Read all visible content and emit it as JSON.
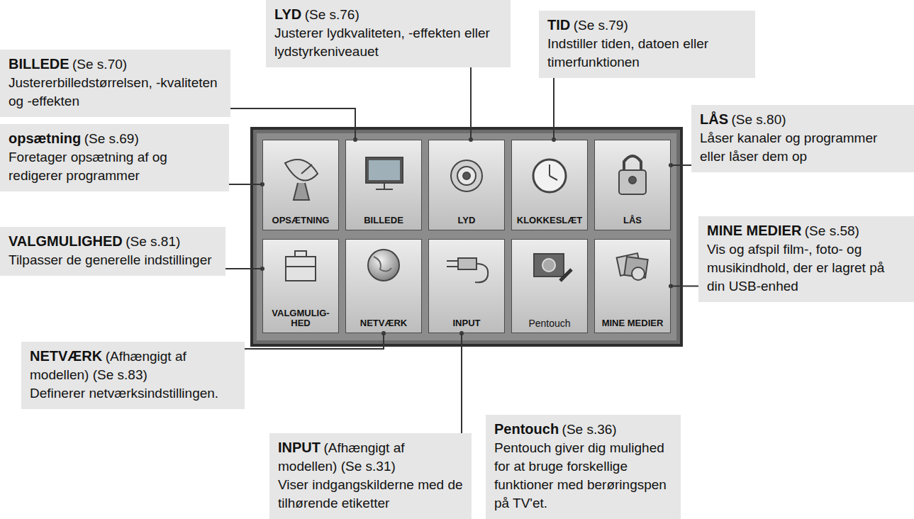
{
  "diagram": {
    "nodes": [
      {
        "text": [
          "BILLEDE",
          "(Se s.70)",
          "Justererbilledstørrelsen, -kvaliteten og -effekten"
        ]
      },
      {
        "text": [
          "LYD",
          "(Se s.76)",
          "Justerer lydkvaliteten, -effekten eller lydstyrkeniveauet"
        ]
      },
      {
        "text": [
          "TID",
          "(Se s.79)",
          "Indstiller tiden, datoen eller timerfunktionen"
        ]
      },
      {
        "text": [
          "opsætning",
          "(Se s.69)",
          "Foretager opsætning af og redigerer programmer"
        ]
      },
      {
        "text": [
          "LÅS",
          "(Se s.80)",
          "Låser kanaler og programmer eller låser dem op"
        ]
      },
      {
        "text": [
          "VALGMULIGHED",
          "(Se s.81)",
          "Tilpasser de generelle indstillinger"
        ]
      },
      {
        "text": [
          "MINE MEDIER",
          "(Se s.58)",
          "Vis og afspil film-, foto- og musikindhold, der er lagret på din USB-enhed"
        ]
      },
      {
        "text": [
          "NETVÆRK",
          "(Afhængigt af modellen) (Se s.83)",
          "Definerer netværksindstillingen."
        ]
      },
      {
        "text": [
          "INPUT",
          "(Afhængigt af modellen) (Se s.31)",
          "Viser indgangskilderne med de tilhørende etiketter"
        ]
      },
      {
        "text": [
          "Pentouch",
          "(Se s.36)",
          "Pentouch giver dig mulighed for at bruge forskellige funktioner med berøringspen på TV'et."
        ]
      },
      {
        "text": [
          "OPSÆTNING"
        ]
      },
      {
        "text": [
          "BILLEDE"
        ]
      },
      {
        "text": [
          "LYD"
        ]
      },
      {
        "text": [
          "KLOKKESLÆT"
        ]
      },
      {
        "text": [
          "LÅS"
        ]
      },
      {
        "text": [
          "VALGMULIG-HED"
        ]
      },
      {
        "text": [
          "NETVÆRK"
        ]
      },
      {
        "text": [
          "INPUT"
        ]
      },
      {
        "text": [
          "Pentouch"
        ]
      },
      {
        "text": [
          "MINE MEDIER"
        ]
      }
    ],
    "edges": [
      {
        "from": 0,
        "to": 11,
        "arrow": "none"
      },
      {
        "from": 1,
        "to": 12,
        "arrow": "none"
      },
      {
        "from": 2,
        "to": 13,
        "arrow": "none"
      },
      {
        "from": 3,
        "to": 10,
        "arrow": "none"
      },
      {
        "from": 4,
        "to": 14,
        "arrow": "none"
      },
      {
        "from": 5,
        "to": 15,
        "arrow": "none"
      },
      {
        "from": 6,
        "to": 19,
        "arrow": "none"
      },
      {
        "from": 7,
        "to": 16,
        "arrow": "none"
      },
      {
        "from": 8,
        "to": 17,
        "arrow": "none"
      }
    ]
  }
}
